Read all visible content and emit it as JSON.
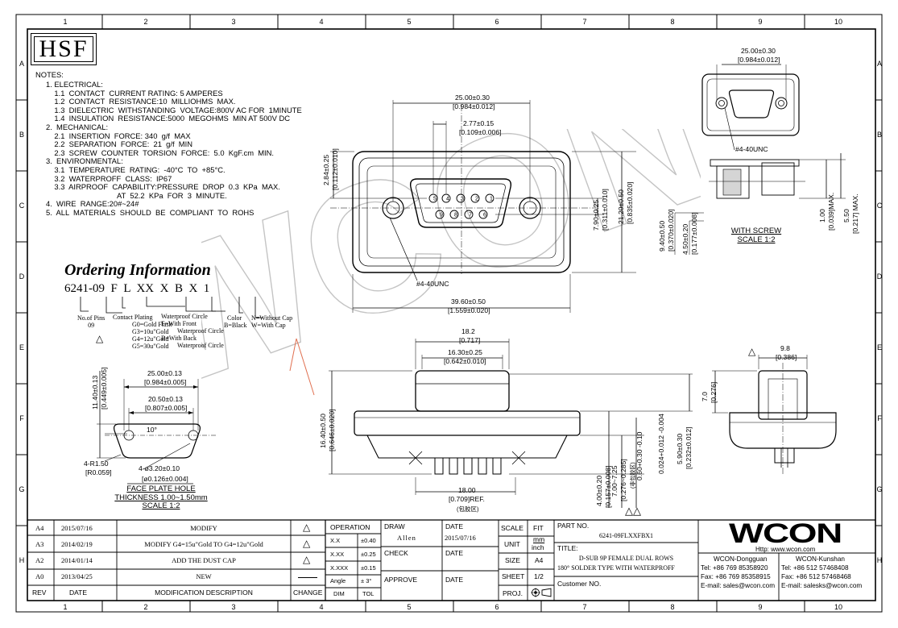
{
  "zones": {
    "cols": [
      "1",
      "2",
      "3",
      "4",
      "5",
      "6",
      "7",
      "8",
      "9",
      "10"
    ],
    "rows": [
      "A",
      "B",
      "C",
      "D",
      "E",
      "F",
      "G",
      "H"
    ]
  },
  "logo": "HSF",
  "notes": {
    "heading": "NOTES:",
    "lines": [
      "1. ELECTRICAL:",
      "    1.1  CONTACT  CURRENT RATING: 5 AMPERES",
      "    1.2  CONTACT  RESISTANCE:10  MILLIOHMS  MAX.",
      "    1.3  DIELECTRIC  WITHSTANDING  VOLTAGE:800V AC FOR  1MINUTE",
      "    1.4  INSULATION  RESISTANCE:5000  MEGOHMS  MIN AT 500V DC",
      "2.  MECHANICAL:",
      "    2.1  INSERTION  FORCE: 340  g/f  MAX",
      "    2.2  SEPARATION  FORCE:  21  g/f  MIN",
      "    2.3  SCREW  COUNTER  TORSION  FORCE:  5.0  KgF.cm  MIN.",
      "3.  ENVIRONMENTAL:",
      "    3.1  TEMPERATURE  RATING:  -40°C  TO  +85°C.",
      "    3.2  WATERPROFF  CLASS:  IP67",
      "    3.3  AIRPROOF  CAPABILITY:PRESSURE  DROP  0.3  KPa  MAX.",
      "                                  AT  52.2  KPa  FOR  3  MINUTE.",
      "4.  WIRE  RANGE:20#~24#",
      "5.  ALL  MATERIALS  SHOULD  BE  COMPLIANT  TO  ROHS"
    ]
  },
  "ordering": {
    "title": "Ordering Information",
    "code": "6241-09  F  L  XX  X  B  X  1",
    "pins_label": "No.of Pins",
    "pins_value": "09",
    "plating": [
      "Contact Plating",
      "G0=Gold Flash",
      "G3=10u\"Gold",
      "G4=12u\"Gold",
      "G5=30u\"Gold"
    ],
    "waterproof": [
      "Waterproof Circle",
      "F=With Front",
      "Waterproof Circle",
      "B=With Back",
      "Waterproof Circle"
    ],
    "color": [
      "Color",
      "B=Black"
    ],
    "cap": [
      "N=Without Cap",
      "W=With Cap"
    ]
  },
  "faceplate": {
    "dims": [
      "25.00±0.13",
      "[0.984±0.005]",
      "20.50±0.13",
      "[0.807±0.005]",
      "10°",
      "11.40±0.13",
      "[0.449±0.005]",
      "4-R1.50",
      "[R0.059]",
      "4-ø3.20±0.10",
      "[ø0.126±0.004]"
    ],
    "caption": [
      "FACE  PLATE  HOLE",
      "THICKNESS  1.00~1.50mm",
      "SCALE  1:2"
    ]
  },
  "front_view": {
    "dims": [
      "25.00±0.30",
      "[0.984±0.012]",
      "2.77±0.15",
      "[0.109±0.006]",
      "2.84±0.25",
      "[0.112±0.010]",
      "7.90±0.25",
      "[0.311±0.010]",
      "21.20±0.50",
      "[0.835±0.020]",
      "39.60±0.50",
      "[1.559±0.020]",
      "#4-40UNC",
      "9.40±0.50",
      "[0.370±0.020]",
      "4.50±0.20",
      "[0.177±0.008]"
    ],
    "pins_top": [
      "5",
      "4",
      "3",
      "2",
      "1"
    ],
    "pins_bottom": [
      "9",
      "8",
      "7",
      "6"
    ]
  },
  "side_view": {
    "dims": [
      "18.2",
      "[0.717]",
      "16.30±0.25",
      "[0.642±0.010]",
      "16.40±0.50",
      "[0.646±0.020]",
      "18.00",
      "[0.709]REF.",
      "(包胶区)",
      "4.00±0.20",
      "[0.157±0.008]",
      "7.00~7.25",
      "[0.276~0.285]",
      "(非包胶区)",
      "0.60+0.30 -0.10",
      "0.024+0.012 -0.004",
      "5.90±0.30",
      "[0.232±0.012]"
    ]
  },
  "screw_view": {
    "dims": [
      "25.00±0.30",
      "[0.984±0.012]",
      "#4-40UNC",
      "1.00",
      "[0.039]MAX.",
      "5.50",
      "[0.217] MAX."
    ],
    "caption": [
      "WITH  SCREW",
      "SCALE  1:2"
    ]
  },
  "end_view": {
    "dims": [
      "9.8",
      "[0.386]",
      "7.0",
      "[0.276]"
    ]
  },
  "watermark": "WCON",
  "revisions": [
    {
      "rev": "A4",
      "date": "2015/07/16",
      "desc": "MODIFY"
    },
    {
      "rev": "A3",
      "date": "2014/02/19",
      "desc": "MODIFY G4=15u\"Gold TO G4=12u\"Gold"
    },
    {
      "rev": "A2",
      "date": "2014/01/14",
      "desc": "ADD THE  DUST CAP"
    },
    {
      "rev": "A0",
      "date": "2013/04/25",
      "desc": "NEW"
    }
  ],
  "rev_header": {
    "rev": "REV",
    "date": "DATE",
    "desc": "MODIFICATION DESCRIPTION",
    "change": "CHANGE"
  },
  "tolerance": {
    "title": "OPERATION",
    "rows": [
      [
        "X.X",
        "±0.40"
      ],
      [
        "X.XX",
        "±0.25"
      ],
      [
        "X.XXX",
        "±0.15"
      ],
      [
        "Angle",
        "± 3°"
      ],
      [
        "DIM",
        "TOL"
      ]
    ]
  },
  "title_block": {
    "draw_label": "DRAW",
    "draw_value": "Allen",
    "date_label": "DATE",
    "date_value": "2015/07/16",
    "check_label": "CHECK",
    "check_date_label": "DATE",
    "approve_label": "APPROVE",
    "approve_date_label": "DATE",
    "scale_label": "SCALE",
    "scale_value": "FIT",
    "unit_label": "UNIT",
    "unit_mm": "mm",
    "unit_inch": "inch",
    "size_label": "SIZE",
    "size_value": "A4",
    "sheet_label": "SHEET",
    "sheet_value": "1/2",
    "proj_label": "PROJ.",
    "part_label": "PART NO.",
    "part_value": "6241-09FLXXFBX1",
    "title_label": "TITLE:",
    "title_line1": "D-SUB 9P FEMALE DUAL ROWS",
    "title_line2": "180°  SOLDER TYPE WITH WATERPROFF",
    "customer_label": "Customer NO."
  },
  "company": {
    "logo": "WCON",
    "url": "Http: www.wcon.com",
    "left": [
      "WCON-Dongguan",
      "Tel: +86 769 85358920",
      "Fax: +86 769 85358915",
      "E-mail: sales@wcon.com"
    ],
    "right": [
      "WCON-Kunshan",
      "Tel: +86 512 57468408",
      "Fax: +86 512 57468468",
      "E-mail: salesks@wcon.com"
    ]
  },
  "colors": {
    "ink": "#000000",
    "accent_line": "#e07050",
    "watermark": "#c8c8c8"
  }
}
